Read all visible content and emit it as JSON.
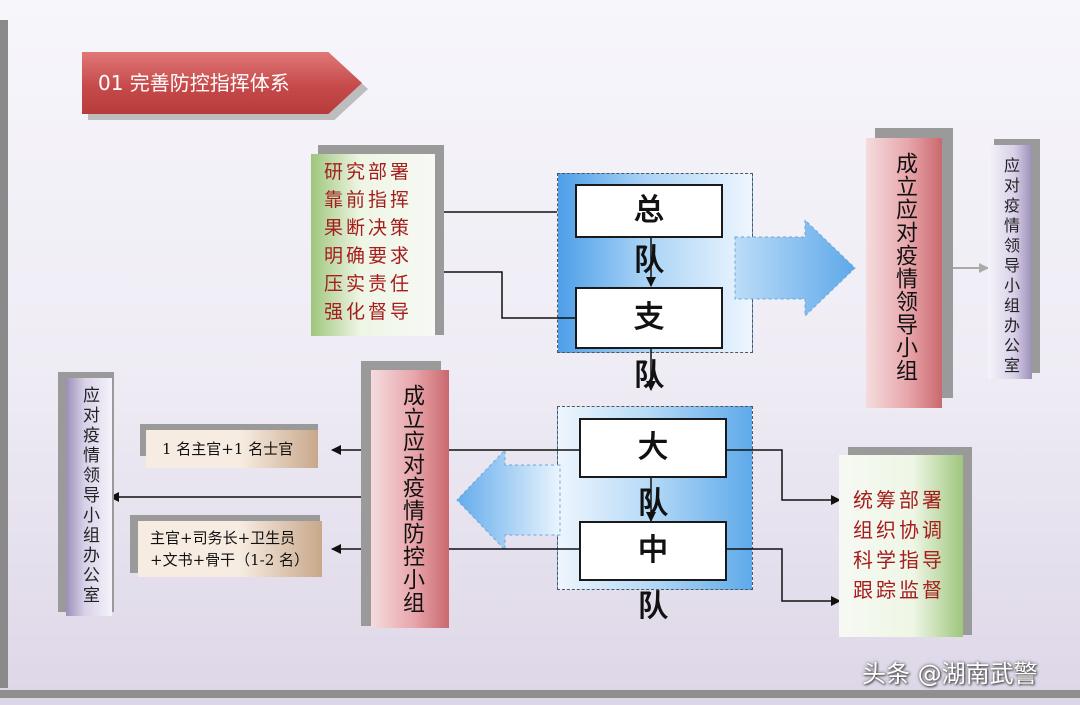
{
  "title": "01 完善防控指挥体系",
  "units": {
    "zongdui": "总 队",
    "zhidui": "支 队",
    "dadui": "大 队",
    "zhongdui": "中 队"
  },
  "top_duties": [
    "研究部署",
    "靠前指挥",
    "果断决策",
    "明确要求",
    "压实责任",
    "强化督导"
  ],
  "leading_group": "成立应对疫情领导小组",
  "leading_office_right": "应对疫情领导小组办公室",
  "control_group": "成立应对疫情防控小组",
  "leading_office_left": "应对疫情领导小组办公室",
  "staff_small": "1 名主官+1 名士官",
  "staff_large": [
    "主官+司务长+卫生员",
    "+文书+骨干（1-2 名）"
  ],
  "bottom_duties": [
    "统筹部署",
    "组织协调",
    "科学指导",
    "跟踪监督"
  ],
  "watermark": "头条 @湖南武警",
  "colors": {
    "title_red": "#c74a4a",
    "duty_text": "#a61d1d",
    "arrow_blue": "#5ea9ea"
  }
}
